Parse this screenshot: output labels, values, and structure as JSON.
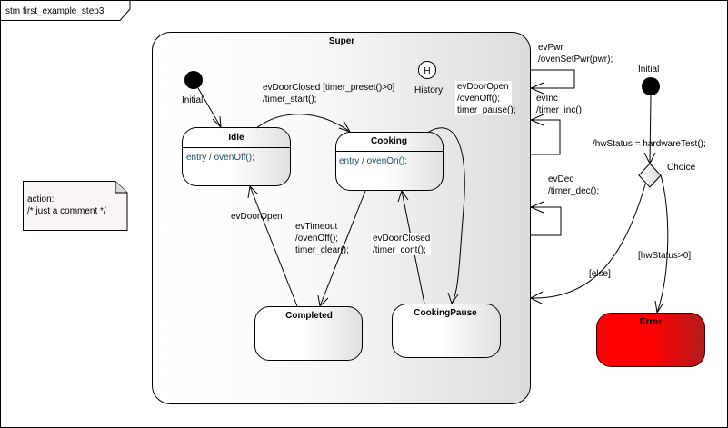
{
  "frame": {
    "title": "stm first_example_step3"
  },
  "composite": {
    "name": "Super"
  },
  "pseudo": {
    "initial_inner": "Initial",
    "history": "History",
    "history_glyph": "H",
    "initial_outer": "Initial",
    "choice": "Choice"
  },
  "states": {
    "idle": {
      "name": "Idle",
      "entry": "entry / ovenOff();"
    },
    "cooking": {
      "name": "Cooking",
      "entry": "entry / ovenOn();"
    },
    "completed": {
      "name": "Completed"
    },
    "cooking_pause": {
      "name": "CookingPause"
    },
    "error": {
      "name": "Error"
    }
  },
  "transitions": {
    "idle_to_cooking": {
      "line1": "evDoorClosed [timer_preset()>0]",
      "line2": "/timer_start();"
    },
    "cooking_to_pause": {
      "line1": "evDoorOpen",
      "line2": "/ovenOff();",
      "line3": "timer_pause();"
    },
    "completed_to_idle": {
      "line1": "evDoorOpen"
    },
    "cooking_to_completed": {
      "line1": "evTimeout",
      "line2": "/ovenOff();",
      "line3": "timer_clear();"
    },
    "pause_to_cooking": {
      "line1": "evDoorClosed",
      "line2": "/timer_cont();"
    },
    "self_pwr": {
      "line1": "evPwr",
      "line2": "/ovenSetPwr(pwr);"
    },
    "self_inc": {
      "line1": "evInc",
      "line2": "/timer_inc();"
    },
    "self_dec": {
      "line1": "evDec",
      "line2": "/timer_dec();"
    },
    "init_to_choice": {
      "line1": "/hwStatus = hardwareTest();"
    },
    "choice_else": {
      "line1": "[else]"
    },
    "choice_error": {
      "line1": "[hwStatus>0]"
    }
  },
  "note": {
    "line1": "action:",
    "line2": "/* just a comment */"
  },
  "colors": {
    "error_fill_start": "#ff0000",
    "error_fill_end": "#b01c1c",
    "state_grad_end": "#e0e0e0",
    "composite_grad_end": "#dcdcdc",
    "note_fill": "#f8f4f8"
  }
}
